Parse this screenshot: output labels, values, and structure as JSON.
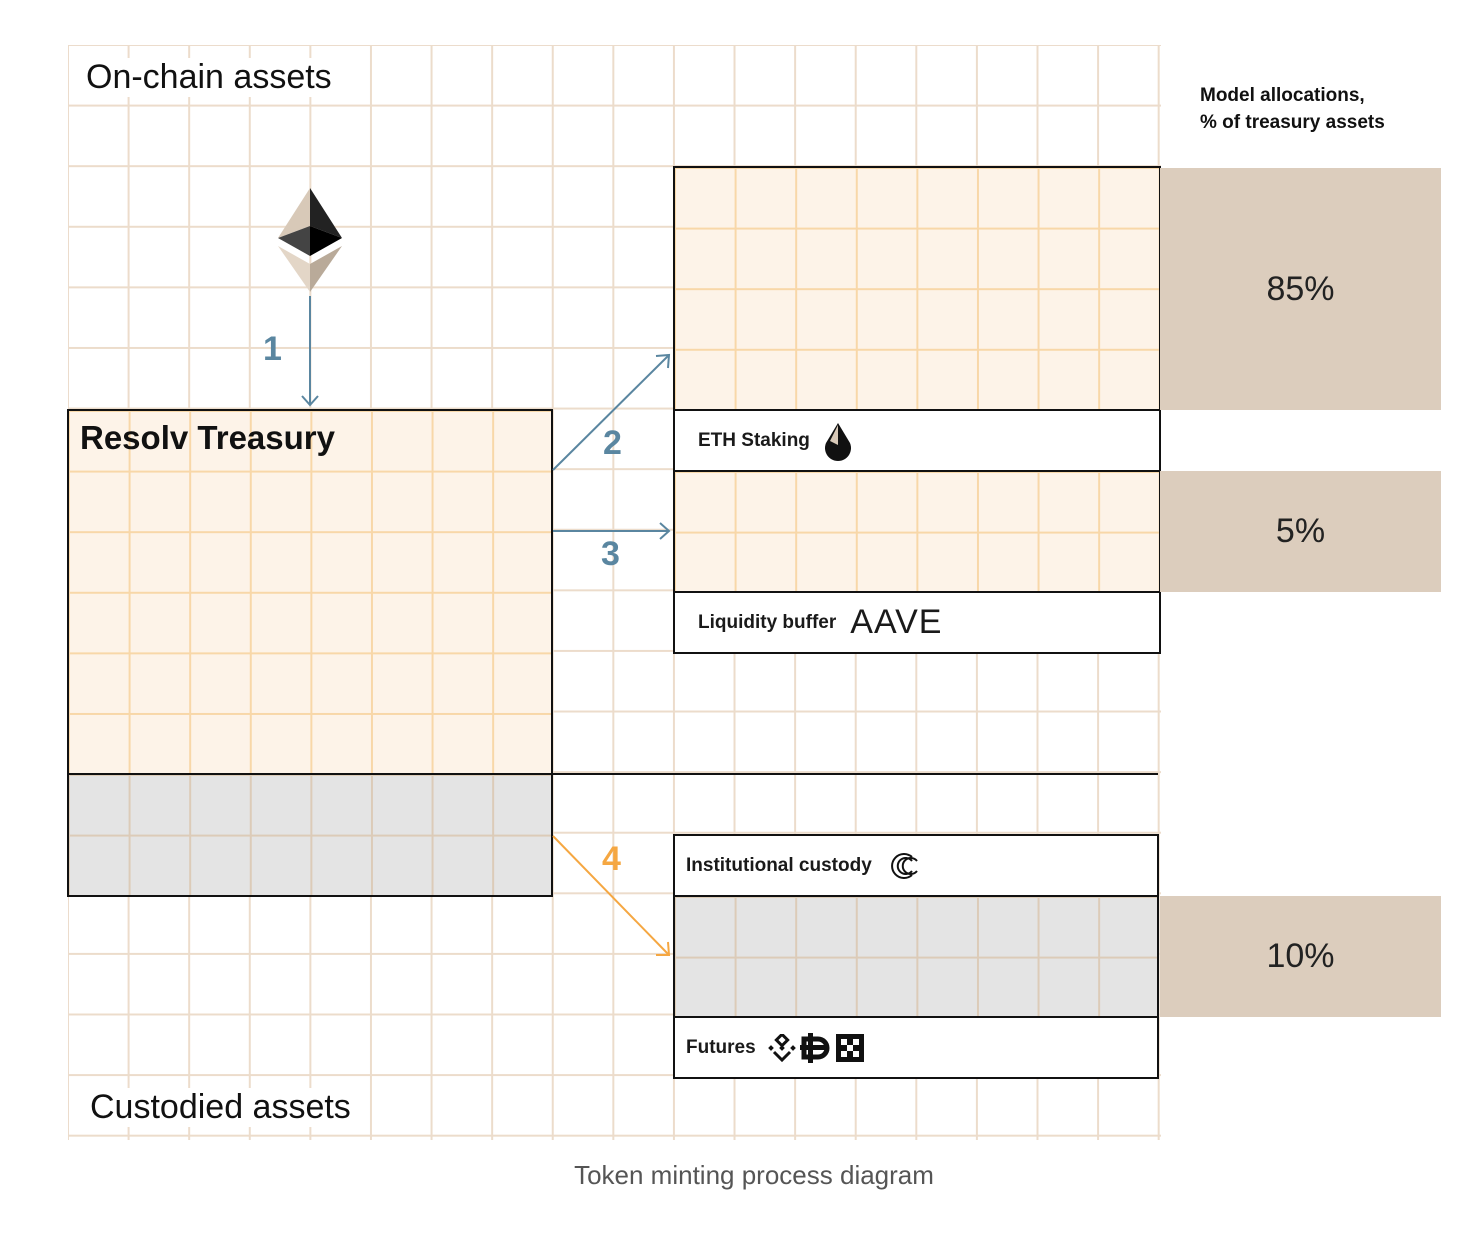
{
  "sections": {
    "onchain": "On-chain assets",
    "custodied": "Custodied assets"
  },
  "treasury": {
    "title": "Resolv Treasury"
  },
  "allocations_heading": [
    "Model allocations,",
    "% of treasury assets"
  ],
  "steps": [
    "1",
    "2",
    "3",
    "4"
  ],
  "destinations": {
    "eth_staking": "ETH Staking",
    "liquidity_buffer": "Liquidity buffer",
    "aave_logo": "AAVE",
    "institutional_custody": "Institutional custody",
    "futures": "Futures"
  },
  "allocations": {
    "eth_staking": "85%",
    "liquidity": "5%",
    "custody": "10%"
  },
  "caption": "Token minting process diagram",
  "colors": {
    "arrow_blue": "#5a86a0",
    "arrow_orange": "#f5a742",
    "tan": "#dccdbd",
    "orange_fill": "#fdf3e8",
    "grey_fill": "#e4e4e4"
  }
}
